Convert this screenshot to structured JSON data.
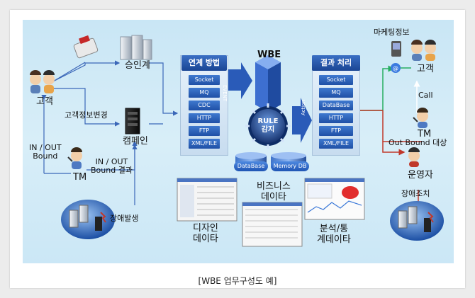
{
  "labels": {
    "customer_left": "고객",
    "customer_info_change": "고객정보변경",
    "inout_bound_left": "IN / OUT\nBound",
    "tm_left": "TM",
    "inout_result": "IN / OUT\nBound 결과",
    "approval": "승인계",
    "campaign": "캠페인",
    "failure_occurred": "장애발생",
    "wbe": "WBE",
    "rule_detect": "RULE\n감지",
    "event": "EVENT",
    "action": "Action",
    "design_data": "디자인\n데이타",
    "business_data": "비즈니스\n데이타",
    "analysis_data": "분석/통\n계데이타",
    "marketing_info": "마케팅정보",
    "customer_right": "고객",
    "call": "Call",
    "tm_right": "TM",
    "outbound_target": "Out Bound 대상",
    "operator": "운영자",
    "failure_action": "장애조치"
  },
  "connection_panel": {
    "title": "연계 방법",
    "items": [
      "Socket",
      "MQ",
      "CDC",
      "HTTP",
      "FTP",
      "XML/FILE"
    ]
  },
  "result_panel": {
    "title": "결과 처리",
    "items": [
      "Socket",
      "MQ",
      "DataBase",
      "HTTP",
      "FTP",
      "XML/FILE"
    ]
  },
  "databases": [
    "DataBase",
    "Memory DB"
  ],
  "caption": "[WBE 업무구성도 예]",
  "colors": {
    "background": "#cfe9f6",
    "panel_header": "#1f4fa6",
    "outgoing_line": "#c0392b",
    "marketing_line": "#27ae60"
  }
}
